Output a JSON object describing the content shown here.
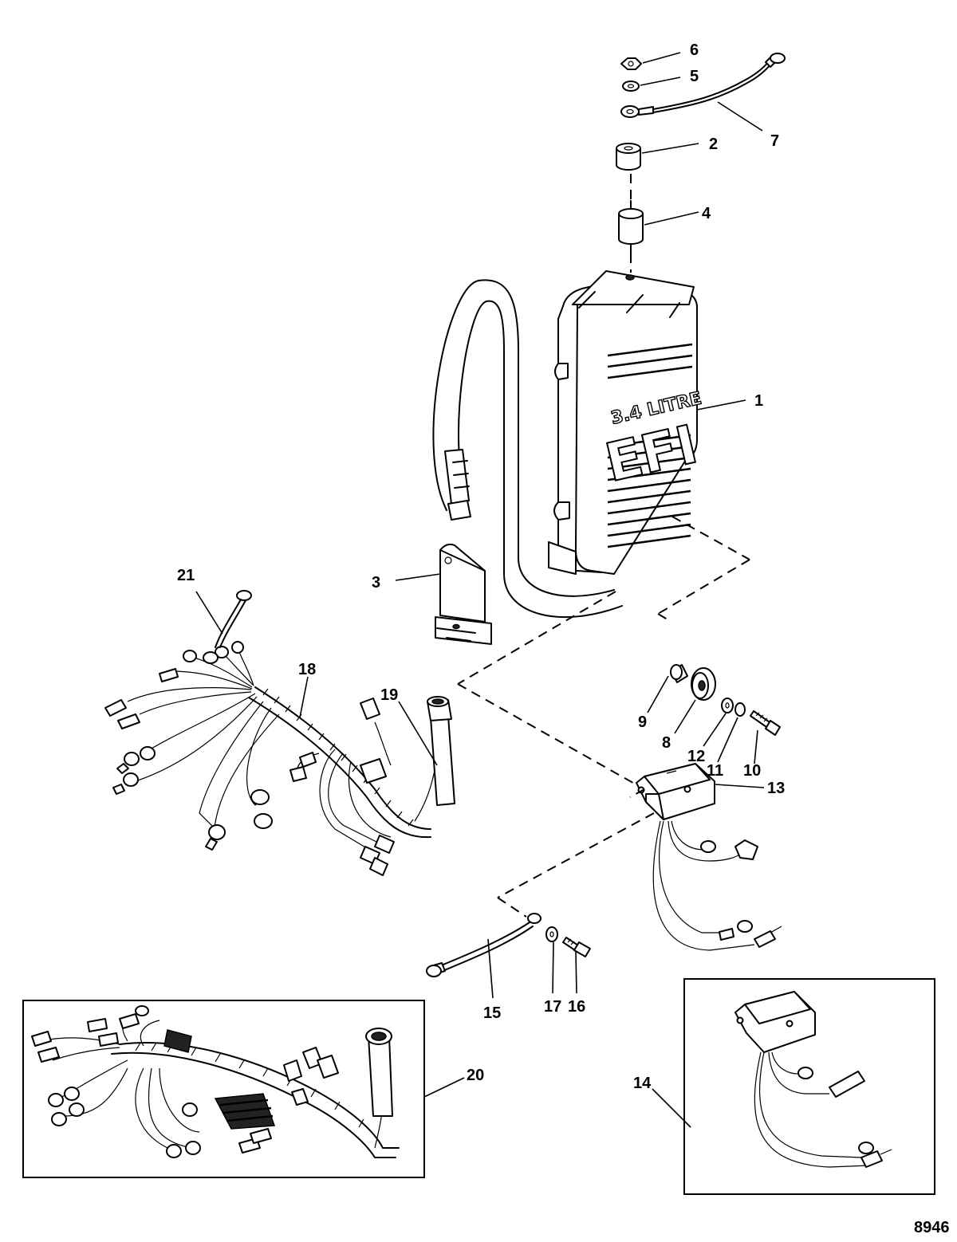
{
  "diagram": {
    "figure_number": "8946",
    "module_text_top": "3.4 LITRE",
    "module_text_main": "EFI",
    "callouts": [
      {
        "id": "c1",
        "label": "1"
      },
      {
        "id": "c2",
        "label": "2"
      },
      {
        "id": "c3",
        "label": "3"
      },
      {
        "id": "c4",
        "label": "4"
      },
      {
        "id": "c5",
        "label": "5"
      },
      {
        "id": "c6",
        "label": "6"
      },
      {
        "id": "c7",
        "label": "7"
      },
      {
        "id": "c8",
        "label": "8"
      },
      {
        "id": "c9",
        "label": "9"
      },
      {
        "id": "c10",
        "label": "10"
      },
      {
        "id": "c11",
        "label": "11"
      },
      {
        "id": "c12",
        "label": "12"
      },
      {
        "id": "c13",
        "label": "13"
      },
      {
        "id": "c14",
        "label": "14"
      },
      {
        "id": "c15",
        "label": "15"
      },
      {
        "id": "c16",
        "label": "16"
      },
      {
        "id": "c17",
        "label": "17"
      },
      {
        "id": "c18",
        "label": "18"
      },
      {
        "id": "c19",
        "label": "19"
      },
      {
        "id": "c20",
        "label": "20"
      },
      {
        "id": "c21",
        "label": "21"
      }
    ]
  }
}
